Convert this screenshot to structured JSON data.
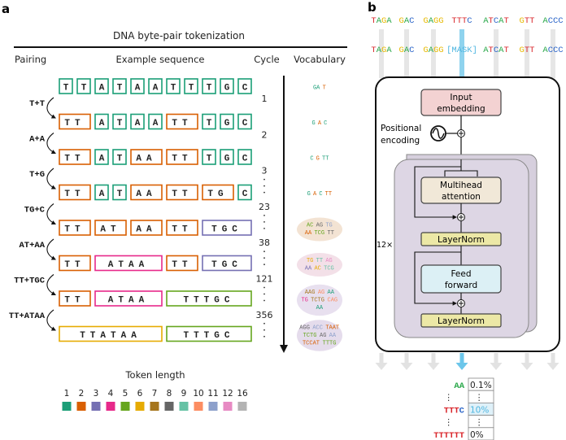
{
  "panel_a": {
    "label": "a",
    "title": "DNA byte-pair tokenization",
    "headers": {
      "pairing": "Pairing",
      "example": "Example sequence",
      "cycle": "Cycle",
      "vocabulary": "Vocabulary"
    },
    "rows": [
      {
        "tokens": [
          "T",
          "T",
          "A",
          "T",
          "A",
          "A",
          "T",
          "T",
          "T",
          "G",
          "C"
        ]
      },
      {
        "tokens": [
          "TT",
          "A",
          "T",
          "A",
          "A",
          "TT",
          "T",
          "G",
          "C"
        ]
      },
      {
        "tokens": [
          "TT",
          "A",
          "T",
          "AA",
          "TT",
          "T",
          "G",
          "C"
        ]
      },
      {
        "tokens": [
          "TT",
          "A",
          "T",
          "AA",
          "TT",
          "TG",
          "C"
        ]
      },
      {
        "tokens": [
          "TT",
          "AT",
          "AA",
          "TT",
          "TGC"
        ]
      },
      {
        "tokens": [
          "TT",
          "ATAA",
          "TT",
          "TGC"
        ]
      },
      {
        "tokens": [
          "TT",
          "ATAA",
          "TTTGC"
        ]
      },
      {
        "tokens": [
          "TTATAA",
          "TTTGC"
        ]
      }
    ],
    "pairings": [
      "T+T",
      "A+A",
      "T+G",
      "TG+C",
      "AT+AA",
      "TT+TGC",
      "TT+ATAA"
    ],
    "cycles": [
      "1",
      "2",
      "3",
      "23",
      "38",
      "121",
      "356"
    ],
    "vocabulary_clouds": [
      [
        "GA",
        "T"
      ],
      [
        "G",
        "A",
        "C"
      ],
      [
        "C",
        "G",
        "TT"
      ],
      [
        "G",
        "A",
        "C",
        "TT"
      ],
      [
        "AC",
        "AG",
        "TG",
        "AA",
        "TCG",
        "TT"
      ],
      [
        "TG",
        "TT",
        "AG",
        "AA",
        "AC",
        "TCG"
      ],
      [
        "AAG",
        "AG",
        "AA",
        "TG",
        "TCTG",
        "CAG",
        "AA"
      ],
      [
        "AGG",
        "ACC",
        "TAAT",
        "TCTG",
        "AG",
        "AA",
        "TCCAT",
        "TTTG"
      ]
    ],
    "legend": {
      "title": "Token length",
      "items": [
        {
          "label": "1",
          "color": "#1b9e77"
        },
        {
          "label": "2",
          "color": "#d95f02"
        },
        {
          "label": "3",
          "color": "#7570b3"
        },
        {
          "label": "4",
          "color": "#e7298a"
        },
        {
          "label": "5",
          "color": "#66a61e"
        },
        {
          "label": "6",
          "color": "#e6ab02"
        },
        {
          "label": "7",
          "color": "#a6761d"
        },
        {
          "label": "8",
          "color": "#666666"
        },
        {
          "label": "9",
          "color": "#66c2a5"
        },
        {
          "label": "10",
          "color": "#fc8d62"
        },
        {
          "label": "11",
          "color": "#8da0cb"
        },
        {
          "label": "12",
          "color": "#e78ac3"
        },
        {
          "label": "16",
          "color": "#b3b3b3"
        }
      ]
    }
  },
  "panel_b": {
    "label": "b",
    "input_tokens": [
      "TAGA",
      "GAC",
      "GAGG",
      "TTTC",
      "ATCAT",
      "GTT",
      "ACCC"
    ],
    "masked_tokens": [
      "TAGA",
      "GAC",
      "GAGG",
      "[MASK]",
      "ATCAT",
      "GTT",
      "ACCC"
    ],
    "masked_index": 3,
    "nucleotide_colors": {
      "A": "#2aa84a",
      "C": "#2a64c8",
      "G": "#e6b800",
      "T": "#d9262b",
      "mask": "#4fb6e0"
    },
    "blocks": {
      "input_embedding": [
        "Input",
        "embedding"
      ],
      "positional_encoding": [
        "Positional",
        "encoding"
      ],
      "multihead_attention": [
        "Multihead",
        "attention"
      ],
      "layernorm": "LayerNorm",
      "feed_forward": [
        "Feed",
        "forward"
      ],
      "repeat": "12×"
    },
    "output": [
      {
        "token": "AA",
        "prob": "0.1%"
      },
      {
        "token": "⋮",
        "prob": "⋮"
      },
      {
        "token": "TTTC",
        "prob": "10%",
        "highlight": true
      },
      {
        "token": "⋮",
        "prob": "⋮"
      },
      {
        "token": "TTTTTT",
        "prob": "0%"
      }
    ]
  }
}
